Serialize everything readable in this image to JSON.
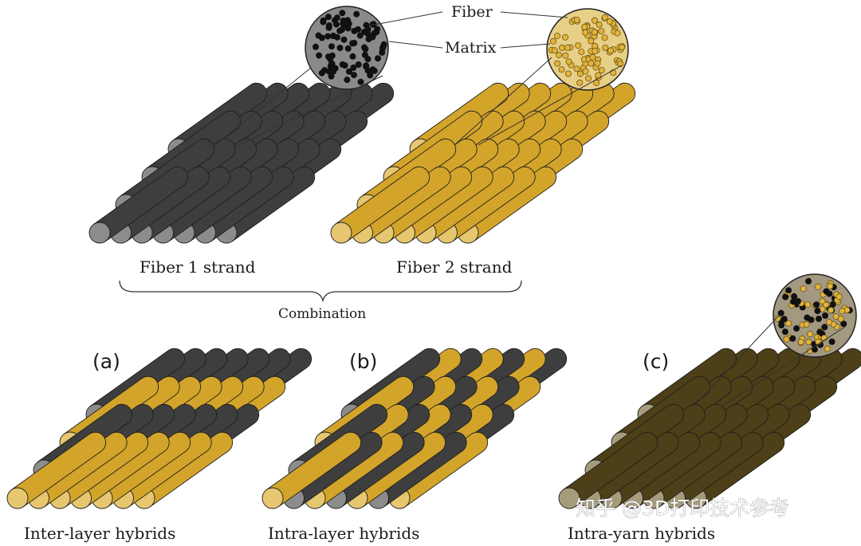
{
  "labels": {
    "fiber": "Fiber",
    "matrix": "Matrix",
    "fiber1_strand": "Fiber 1 strand",
    "fiber2_strand": "Fiber 2 strand",
    "combination": "Combination",
    "panel_a_letter": "(a)",
    "panel_b_letter": "(b)",
    "panel_c_letter": "(c)",
    "panel_a_caption": "Inter-layer hybrids",
    "panel_b_caption": "Intra-layer hybrids",
    "panel_c_caption": "Intra-yarn hybrids"
  },
  "watermark": "知乎 @3D打印技术参考",
  "colors": {
    "fiber1_body": "#3e3e3e",
    "fiber1_end": "#8c8c8c",
    "fiber2_body": "#d3a42a",
    "fiber2_end": "#e6c66f",
    "hybrid_body": "#4d3f17",
    "hybrid_end": "#a59c7c",
    "matrix1": "#8a8a8a",
    "matrix2": "#e8cf87",
    "matrix_c": "#a39880"
  },
  "stacks": {
    "fiber1": {
      "rows": [
        7,
        7,
        7,
        7
      ],
      "pattern": "all-fiber1"
    },
    "fiber2": {
      "rows": [
        7,
        7,
        7,
        7
      ],
      "pattern": "all-fiber2"
    },
    "inter_layer": {
      "rows": [
        7,
        7,
        7,
        7
      ],
      "pattern": "alternating-layers"
    },
    "intra_layer": {
      "rows": [
        7,
        7,
        7,
        7
      ],
      "pattern": "checkerboard"
    },
    "intra_yarn": {
      "rows": [
        7,
        7,
        7,
        7
      ],
      "pattern": "all-hybrid"
    }
  }
}
